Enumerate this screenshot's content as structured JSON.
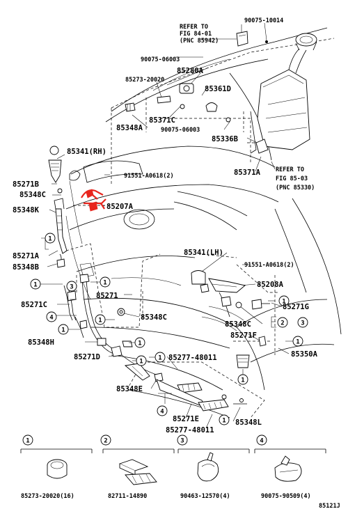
{
  "figure_id": "85121J",
  "parts": [
    "90075-10014",
    "REFER TO",
    "FIG 84-01",
    "(PNC 85942)",
    "90075-06003",
    "85280A",
    "85273-20020",
    "85361D",
    "85371C",
    "85348A",
    "90075-06003",
    "85336B",
    "85371A",
    "REFER TO",
    "FIG 85-03",
    "(PNC 85330)",
    "85341(RH)",
    "91551-A0618(2)",
    "85271B",
    "85348C",
    "85207A",
    "85348K",
    "85271A",
    "85348B",
    "85341(LH)",
    "91551-A0618(2)",
    "85208A",
    "85271C",
    "85271",
    "85348C",
    "85271G",
    "85348C",
    "85271F",
    "85348H",
    "85350A",
    "85271D",
    "85277-48011",
    "85348E",
    "85271E",
    "85277-48011",
    "85348L"
  ],
  "callouts": [
    "1",
    "2",
    "3",
    "4"
  ],
  "legend": [
    {
      "num": "1",
      "part": "85273-20020(16)"
    },
    {
      "num": "2",
      "part": "82711-14890"
    },
    {
      "num": "3",
      "part": "90463-12570(4)"
    },
    {
      "num": "4",
      "part": "90075-90509(4)"
    }
  ]
}
